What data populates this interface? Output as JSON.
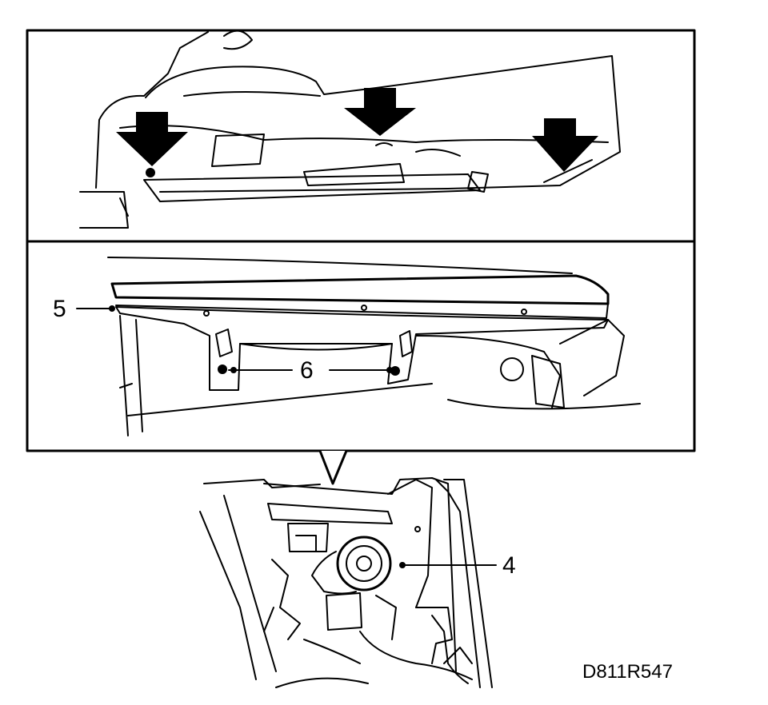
{
  "callouts": {
    "label_5": "5",
    "label_6": "6",
    "label_4": "4"
  },
  "figure_code": "D811R547",
  "colors": {
    "ink": "#000000",
    "paper": "#ffffff"
  }
}
